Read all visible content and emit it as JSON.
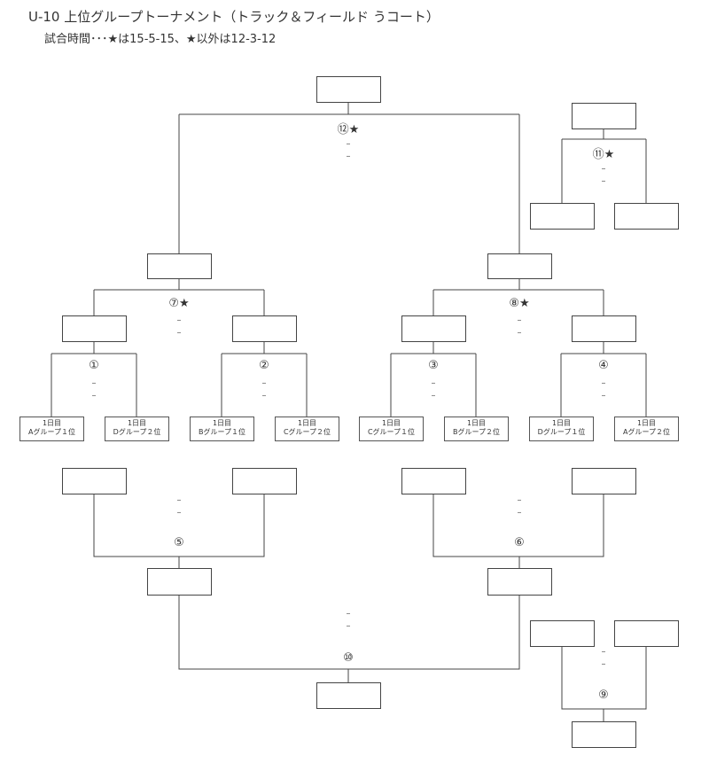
{
  "header": {
    "title": "U-10 上位グループトーナメント（トラック＆フィールド うコート）",
    "subtitle": "試合時間･･･★は15-5-15、★以外は12-3-12"
  },
  "bracket": {
    "dash": "–",
    "star": "★",
    "matches": {
      "m1": "①",
      "m2": "②",
      "m3": "③",
      "m4": "④",
      "m5": "⑤",
      "m6": "⑥",
      "m7": "⑦★",
      "m8": "⑧★",
      "m9": "⑨",
      "m10": "⑩",
      "m11": "⑪★",
      "m12": "⑫★"
    },
    "seeds": [
      {
        "day": "1日目",
        "label": "Aグループ１位"
      },
      {
        "day": "1日目",
        "label": "Dグループ２位"
      },
      {
        "day": "1日目",
        "label": "Bグループ１位"
      },
      {
        "day": "1日目",
        "label": "Cグループ２位"
      },
      {
        "day": "1日目",
        "label": "Cグループ１位"
      },
      {
        "day": "1日目",
        "label": "Bグループ２位"
      },
      {
        "day": "1日目",
        "label": "Dグループ１位"
      },
      {
        "day": "1日目",
        "label": "Aグループ２位"
      }
    ]
  }
}
